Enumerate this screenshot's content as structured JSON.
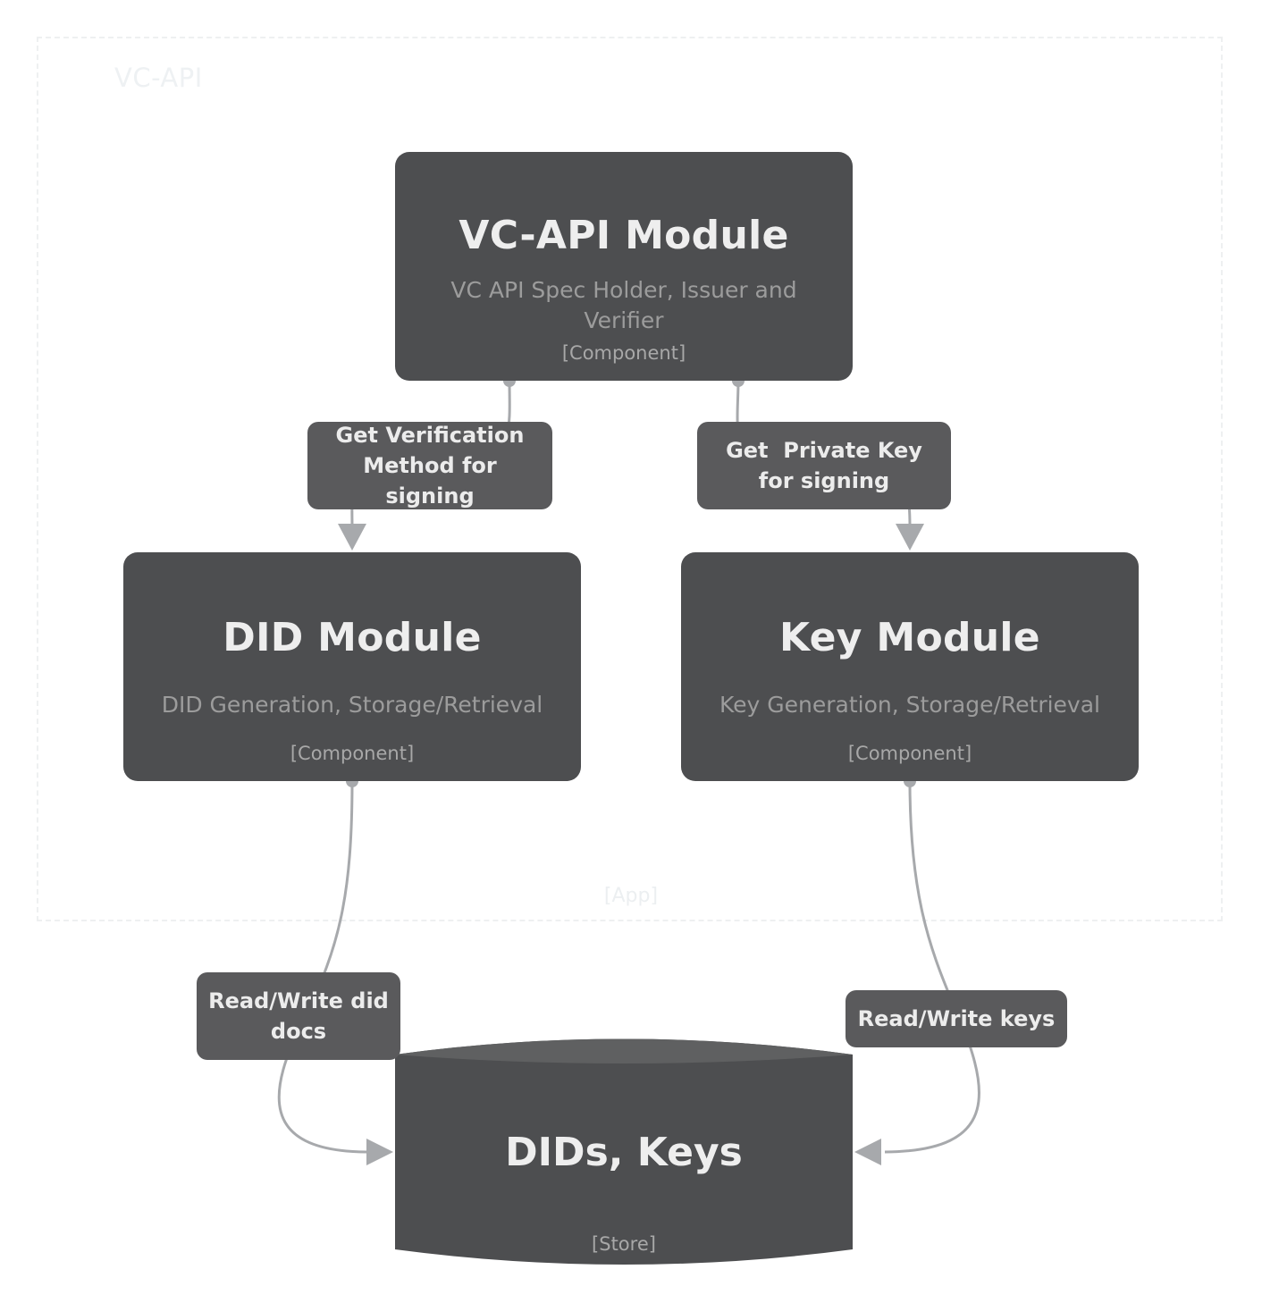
{
  "boundary": {
    "title": "VC-API",
    "type": "[App]"
  },
  "components": {
    "vcapi": {
      "title": "VC-API Module",
      "description": "VC API Spec Holder, Issuer and Verifier",
      "type": "[Component]"
    },
    "did": {
      "title": "DID Module",
      "description": "DID Generation, Storage/Retrieval",
      "type": "[Component]"
    },
    "key": {
      "title": "Key Module",
      "description": "Key Generation, Storage/Retrieval",
      "type": "[Component]"
    }
  },
  "store": {
    "title": "DIDs, Keys",
    "type": "[Store]"
  },
  "relationships": {
    "vcapi_to_did": "Get Verification Method for signing",
    "vcapi_to_key": "Get  Private Key for signing",
    "did_to_store": "Read/Write did docs",
    "key_to_store": "Read/Write keys"
  },
  "colors": {
    "box_fill": "#4d4e50",
    "label_fill": "#5a5a5c",
    "connector": "#a7a9ac",
    "boundary_border": "#eef0f1"
  }
}
